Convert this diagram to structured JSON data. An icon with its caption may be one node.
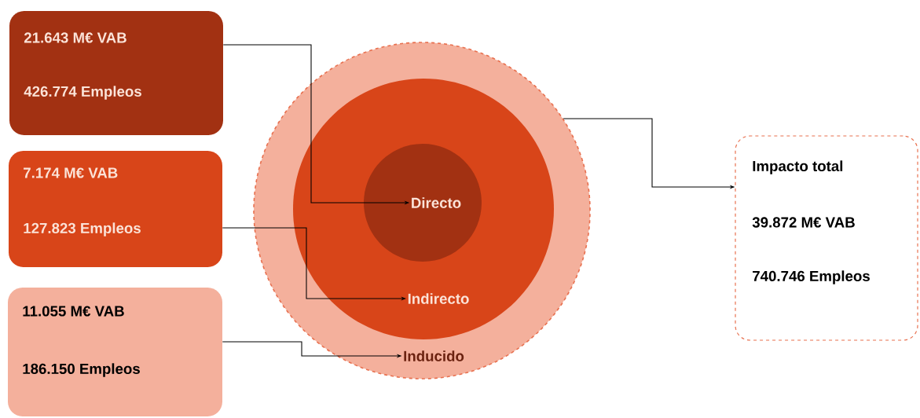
{
  "diagram": {
    "nodes": [
      {
        "text": [
          "21.643 M€ VAB",
          "426.774 Empleos"
        ]
      },
      {
        "text": [
          "7.174 M€ VAB",
          "127.823 Empleos"
        ]
      },
      {
        "text": [
          "11.055 M€ VAB",
          "186.150 Empleos"
        ]
      },
      {
        "text": [
          "Inducido"
        ]
      },
      {
        "text": [
          "Indirecto"
        ],
        "in": 3
      },
      {
        "text": [
          "Directo"
        ],
        "in": 4
      },
      {
        "text": [
          "Impacto total",
          "39.872 M€ VAB",
          "740.746 Empleos"
        ]
      }
    ],
    "edges": [
      {
        "from": 0,
        "to": 5,
        "arrow": "to"
      },
      {
        "from": 1,
        "to": 4,
        "arrow": "to"
      },
      {
        "from": 2,
        "to": 3,
        "arrow": "to"
      },
      {
        "from": 3,
        "to": 6,
        "arrow": "to"
      }
    ]
  }
}
